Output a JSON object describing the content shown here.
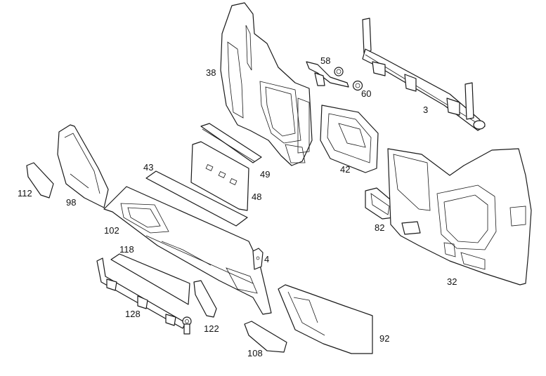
{
  "callouts": {
    "p38": "38",
    "p58": "58",
    "p60": "60",
    "p3": "3",
    "p42": "42",
    "p49": "49",
    "p43": "43",
    "p48": "48",
    "p112": "112",
    "p98": "98",
    "p102": "102",
    "p82": "82",
    "p32": "32",
    "p118": "118",
    "p4": "4",
    "p128": "128",
    "p122": "122",
    "p108": "108",
    "p92": "92"
  }
}
